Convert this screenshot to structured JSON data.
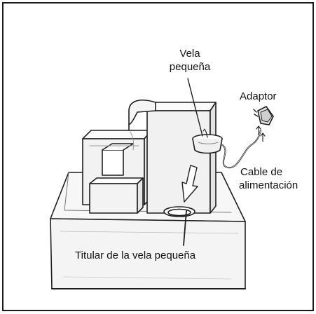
{
  "labels": {
    "small_candle_line1": "Vela",
    "small_candle_line2": "pequeña",
    "adaptor": "Adaptor",
    "power_cable_line1": "Cable de",
    "power_cable_line2": "alimentación",
    "candle_holder": "Titular de la vela pequeña"
  }
}
